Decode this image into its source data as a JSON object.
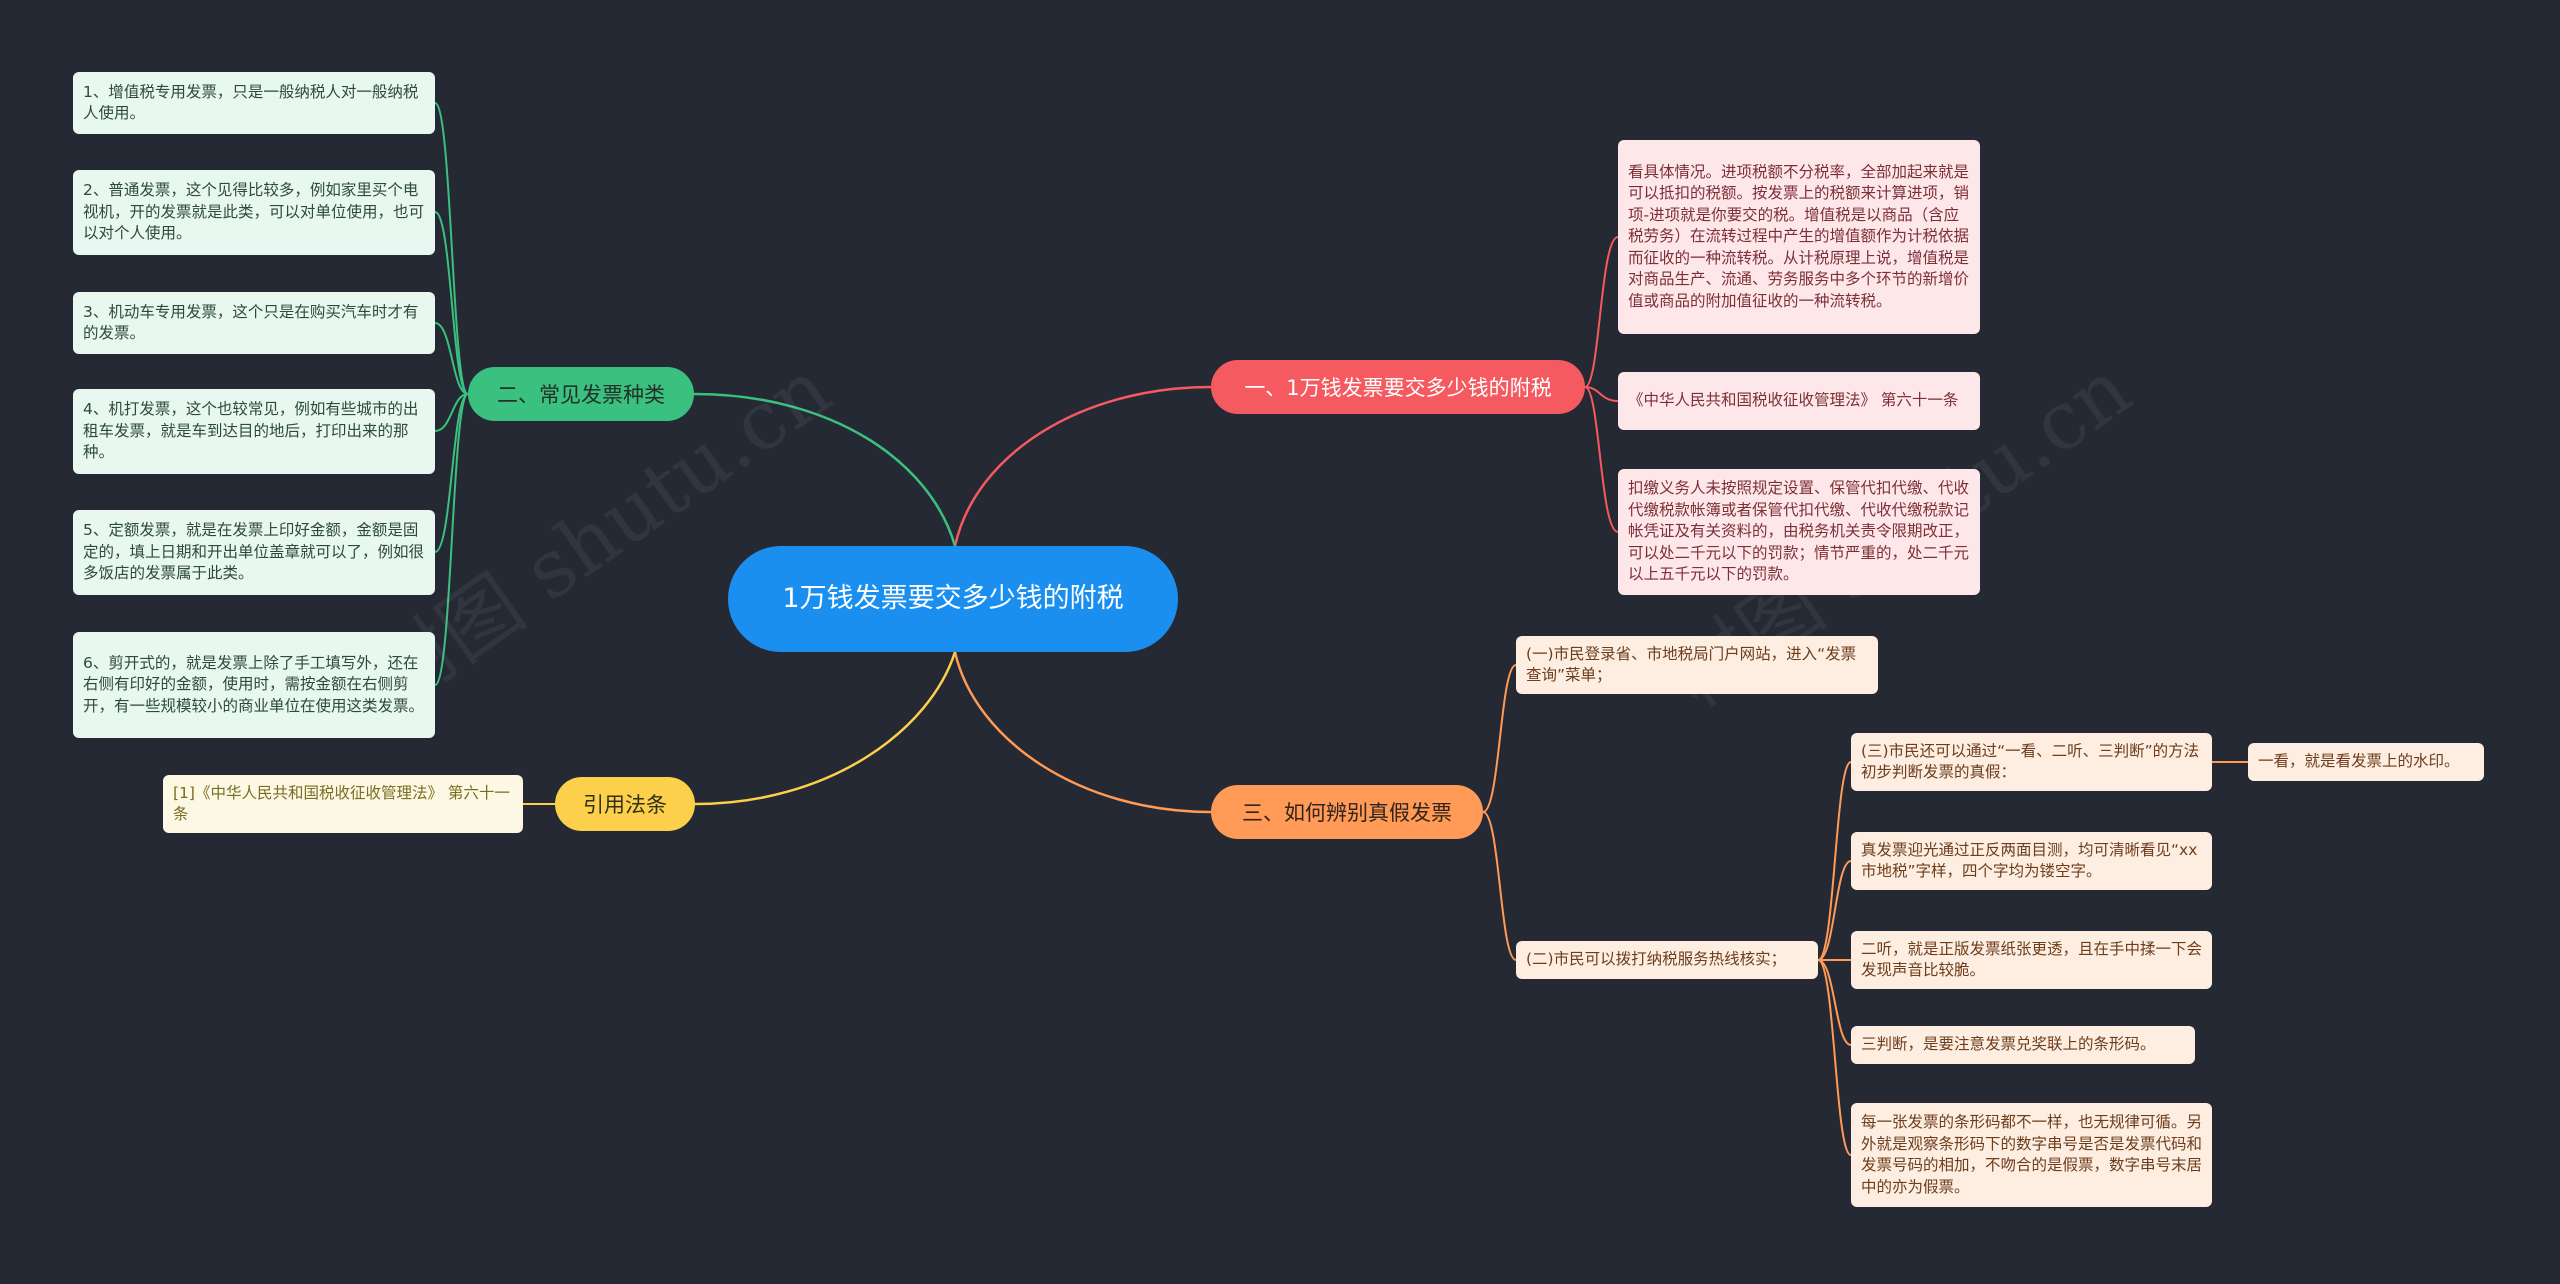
{
  "root": {
    "label": "1万钱发票要交多少钱的附税"
  },
  "branches": {
    "tax": {
      "label": "一、1万钱发票要交多少钱的附税",
      "leaves": [
        "看具体情况。进项税额不分税率，全部加起来就是可以抵扣的税额。按发票上的税额来计算进项，销项-进项就是你要交的税。增值税是以商品（含应税劳务）在流转过程中产生的增值额作为计税依据而征收的一种流转税。从计税原理上说，增值税是对商品生产、流通、劳务服务中多个环节的新增价值或商品的附加值征收的一种流转税。",
        "《中华人民共和国税收征收管理法》 第六十一条",
        "扣缴义务人未按照规定设置、保管代扣代缴、代收代缴税款帐簿或者保管代扣代缴、代收代缴税款记帐凭证及有关资料的，由税务机关责令限期改正，可以处二千元以下的罚款；情节严重的，处二千元以上五千元以下的罚款。"
      ]
    },
    "types": {
      "label": "二、常见发票种类",
      "leaves": [
        "1、增值税专用发票，只是一般纳税人对一般纳税人使用。",
        "2、普通发票，这个见得比较多，例如家里买个电视机，开的发票就是此类，可以对单位使用，也可以对个人使用。",
        "3、机动车专用发票，这个只是在购买汽车时才有的发票。",
        "4、机打发票，这个也较常见，例如有些城市的出租车发票，就是车到达目的地后，打印出来的那种。",
        "5、定额发票，就是在发票上印好金额，金额是固定的，填上日期和开出单位盖章就可以了，例如很多饭店的发票属于此类。",
        "6、剪开式的，就是发票上除了手工填写外，还在右侧有印好的金额，使用时，需按金额在右侧剪开，有一些规模较小的商业单位在使用这类发票。"
      ]
    },
    "verify": {
      "label": "三、如何辨别真假发票",
      "step1": "(一)市民登录省、市地税局门户网站，进入“发票查询”菜单；",
      "step2": "(二)市民可以拨打纳税服务热线核实；",
      "sub": {
        "intro": "(三)市民还可以通过“一看、二听、三判断”的方法初步判断发票的真假：",
        "look": "一看，就是看发票上的水印。",
        "items": [
          "真发票迎光通过正反两面目测，均可清晰看见“xx市地税”字样，四个字均为镂空字。",
          "二听，就是正版发票纸张更透，且在手中揉一下会发现声音比较脆。",
          "三判断，是要注意发票兑奖联上的条形码。",
          "每一张发票的条形码都不一样，也无规律可循。另外就是观察条形码下的数字串号是否是发票代码和发票号码的相加，不吻合的是假票，数字串号末居中的亦为假票。"
        ]
      }
    },
    "law": {
      "label": "引用法条",
      "leaves": [
        "[1]《中华人民共和国税收征收管理法》 第六十一条"
      ]
    }
  },
  "watermark": "树图 shutu.cn",
  "colors": {
    "background": "#252933",
    "root": "#1b8ff0",
    "tax": "#f45a5f",
    "types": "#3ac07f",
    "verify": "#ff9a57",
    "law": "#fcd04a"
  }
}
